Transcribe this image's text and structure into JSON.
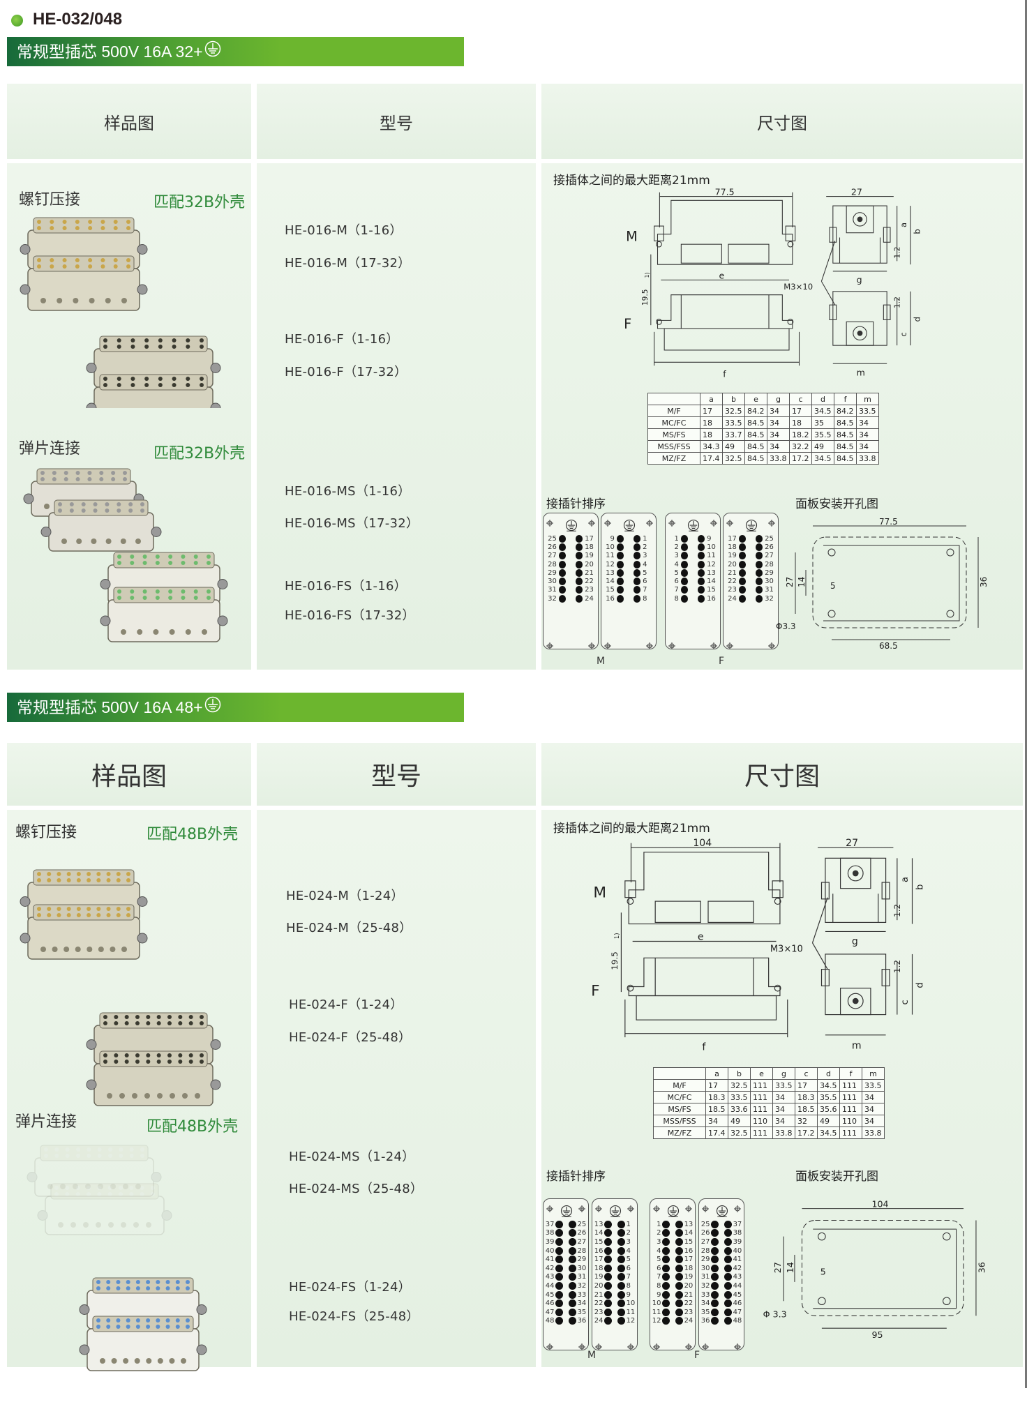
{
  "page": {
    "series_title": "HE-032/048"
  },
  "sections": [
    {
      "banner": "常规型插芯 500V 16A 32+",
      "headers": {
        "sample": "样品图",
        "model": "型号",
        "dimension": "尺寸图"
      },
      "groups": [
        {
          "label": "螺钉压接",
          "match": "匹配32B外壳"
        },
        {
          "label": "弹片连接",
          "match": "匹配32B外壳"
        }
      ],
      "models": [
        "HE-016-M（1-16）",
        "HE-016-M（17-32）",
        "HE-016-F（1-16）",
        "HE-016-F（17-32）",
        "HE-016-MS（1-16）",
        "HE-016-MS（17-32）",
        "HE-016-FS（1-16）",
        "HE-016-FS（17-32）"
      ],
      "drawing": {
        "note": "接插体之间的最大距离21mm",
        "length": "77.5",
        "width": "27",
        "m_label": "M",
        "f_label": "F",
        "height": "19.5",
        "height_note": "1)",
        "e": "e",
        "f": "f",
        "g": "g",
        "m": "m",
        "a": "a",
        "b": "b",
        "c": "c",
        "d": "d",
        "gap": "1.2",
        "screw": "M3×10"
      },
      "table": {
        "columns": [
          "",
          "a",
          "b",
          "e",
          "g",
          "c",
          "d",
          "f",
          "m"
        ],
        "rows": [
          [
            "M/F",
            "17",
            "32.5",
            "84.2",
            "34",
            "17",
            "34.5",
            "84.2",
            "33.5"
          ],
          [
            "MC/FC",
            "18",
            "33.5",
            "84.5",
            "34",
            "18",
            "35",
            "84.5",
            "34"
          ],
          [
            "MS/FS",
            "18",
            "33.7",
            "84.5",
            "34",
            "18.2",
            "35.5",
            "84.5",
            "34"
          ],
          [
            "MSS/FSS",
            "34.3",
            "49",
            "84.5",
            "34",
            "32.2",
            "49",
            "84.5",
            "34"
          ],
          [
            "MZ/FZ",
            "17.4",
            "32.5",
            "84.5",
            "33.8",
            "17.2",
            "34.5",
            "84.5",
            "33.8"
          ]
        ]
      },
      "pins": {
        "title": "接插针排序",
        "m_label": "M",
        "f_label": "F",
        "panels": [
          {
            "left": [
              "25",
              "26",
              "27",
              "28",
              "29",
              "30",
              "31",
              "32"
            ],
            "right": [
              "17",
              "18",
              "19",
              "20",
              "21",
              "22",
              "23",
              "24"
            ]
          },
          {
            "left": [
              "9",
              "10",
              "11",
              "12",
              "13",
              "14",
              "15",
              "16"
            ],
            "right": [
              "1",
              "2",
              "3",
              "4",
              "5",
              "6",
              "7",
              "8"
            ]
          },
          {
            "left": [
              "1",
              "2",
              "3",
              "4",
              "5",
              "6",
              "7",
              "8"
            ],
            "right": [
              "9",
              "10",
              "11",
              "12",
              "13",
              "14",
              "15",
              "16"
            ]
          },
          {
            "left": [
              "17",
              "18",
              "19",
              "20",
              "21",
              "22",
              "23",
              "24"
            ],
            "right": [
              "25",
              "26",
              "27",
              "28",
              "29",
              "30",
              "31",
              "32"
            ]
          }
        ]
      },
      "cutout": {
        "title": "面板安装开孔图",
        "length": "77.5",
        "height": "27",
        "inner": "14",
        "offset": "5",
        "outer": "36",
        "hole": "Φ3.3",
        "pitch": "68.5"
      }
    },
    {
      "banner": "常规型插芯 500V 16A 48+",
      "headers": {
        "sample": "样品图",
        "model": "型号",
        "dimension": "尺寸图"
      },
      "groups": [
        {
          "label": "螺钉压接",
          "match": "匹配48B外壳"
        },
        {
          "label": "弹片连接",
          "match": "匹配48B外壳"
        }
      ],
      "models": [
        "HE-024-M（1-24）",
        "HE-024-M（25-48）",
        "HE-024-F（1-24）",
        "HE-024-F（25-48）",
        "HE-024-MS（1-24）",
        "HE-024-MS（25-48）",
        "HE-024-FS（1-24）",
        "HE-024-FS（25-48）"
      ],
      "drawing": {
        "note": "接插体之间的最大距离21mm",
        "length": "104",
        "width": "27",
        "m_label": "M",
        "f_label": "F",
        "height": "19.5",
        "height_note": "1)",
        "e": "e",
        "f": "f",
        "g": "g",
        "m": "m",
        "a": "a",
        "b": "b",
        "c": "c",
        "d": "d",
        "gap": "1.2",
        "screw": "M3×10"
      },
      "table": {
        "columns": [
          "",
          "a",
          "b",
          "e",
          "g",
          "c",
          "d",
          "f",
          "m"
        ],
        "rows": [
          [
            "M/F",
            "17",
            "32.5",
            "111",
            "33.5",
            "17",
            "34.5",
            "111",
            "33.5"
          ],
          [
            "MC/FC",
            "18.3",
            "33.5",
            "111",
            "34",
            "18.3",
            "35.5",
            "111",
            "34"
          ],
          [
            "MS/FS",
            "18.5",
            "33.6",
            "111",
            "34",
            "18.5",
            "35.6",
            "111",
            "34"
          ],
          [
            "MSS/FSS",
            "34",
            "49",
            "110",
            "34",
            "32",
            "49",
            "110",
            "34"
          ],
          [
            "MZ/FZ",
            "17.4",
            "32.5",
            "111",
            "33.8",
            "17.2",
            "34.5",
            "111",
            "33.8"
          ]
        ]
      },
      "pins": {
        "title": "接插针排序",
        "m_label": "M",
        "f_label": "F",
        "panels": [
          {
            "left": [
              "37",
              "38",
              "39",
              "40",
              "41",
              "42",
              "43",
              "44",
              "45",
              "46",
              "47",
              "48"
            ],
            "right": [
              "25",
              "26",
              "27",
              "28",
              "29",
              "30",
              "31",
              "32",
              "33",
              "34",
              "35",
              "36"
            ]
          },
          {
            "left": [
              "13",
              "14",
              "15",
              "16",
              "17",
              "18",
              "19",
              "20",
              "21",
              "22",
              "23",
              "24"
            ],
            "right": [
              "1",
              "2",
              "3",
              "4",
              "5",
              "6",
              "7",
              "8",
              "9",
              "10",
              "11",
              "12"
            ]
          },
          {
            "left": [
              "1",
              "2",
              "3",
              "4",
              "5",
              "6",
              "7",
              "8",
              "9",
              "10",
              "11",
              "12"
            ],
            "right": [
              "13",
              "14",
              "15",
              "16",
              "17",
              "18",
              "19",
              "20",
              "21",
              "22",
              "23",
              "24"
            ]
          },
          {
            "left": [
              "25",
              "26",
              "27",
              "28",
              "29",
              "30",
              "31",
              "32",
              "33",
              "34",
              "35",
              "36"
            ],
            "right": [
              "37",
              "38",
              "39",
              "40",
              "41",
              "42",
              "43",
              "44",
              "45",
              "46",
              "47",
              "48"
            ]
          }
        ]
      },
      "cutout": {
        "title": "面板安装开孔图",
        "length": "104",
        "height": "27",
        "inner": "14",
        "offset": "5",
        "outer": "36",
        "hole": "Φ 3.3",
        "pitch": "95"
      }
    }
  ]
}
